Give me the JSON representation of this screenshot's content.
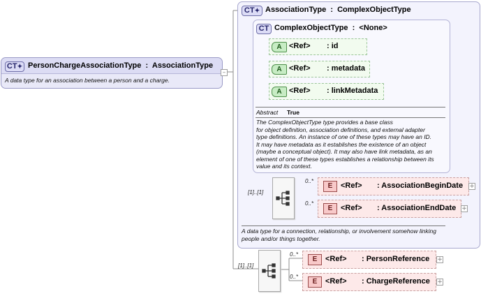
{
  "main_type": {
    "badge": "CT",
    "title": "PersonChargeAssociationType  :  AssociationType",
    "doc": "A data type for an association between a person and a charge."
  },
  "association_type": {
    "badge": "CT",
    "title": "AssociationType  :  ComplexObjectType",
    "doc": "A data type for a connection, relationship, or involvement somehow linking people and/or things together."
  },
  "complex_object_type": {
    "badge": "CT",
    "title": "ComplexObjectType  :  <None>",
    "attributes": [
      {
        "badge": "A",
        "ref": "<Ref>",
        "name": ": id"
      },
      {
        "badge": "A",
        "ref": "<Ref>",
        "name": ": metadata"
      },
      {
        "badge": "A",
        "ref": "<Ref>",
        "name": ": linkMetadata"
      }
    ],
    "abstract_label": "Abstract",
    "abstract_value": "True",
    "doc_lines": [
      "The ComplexObjectType type provides a base class",
      "for object definition, association definitions, and external adapter",
      "type definitions. An instance of one of these types may have an ID.",
      "It may have metadata as it establishes the existence of an object",
      "(maybe a conceptual object). It may also have link metadata, as an",
      "element of one of these types establishes a relationship between its",
      "value and its context."
    ]
  },
  "association_sequence": {
    "multiplicity": "[1]..[1]",
    "elements": [
      {
        "badge": "E",
        "ref": "<Ref>",
        "name": ": AssociationBeginDate",
        "occurs": "0..*"
      },
      {
        "badge": "E",
        "ref": "<Ref>",
        "name": ": AssociationEndDate",
        "occurs": "0..*"
      }
    ]
  },
  "main_sequence": {
    "multiplicity": "[1]..[1]",
    "elements": [
      {
        "badge": "E",
        "ref": "<Ref>",
        "name": ": PersonReference",
        "occurs": "0..*"
      },
      {
        "badge": "E",
        "ref": "<Ref>",
        "name": ": ChargeReference",
        "occurs": "0..*"
      }
    ]
  },
  "icons": {
    "collapse": "minus-icon",
    "expand": "plus-icon",
    "sequence": "sequence-compositor-icon",
    "type_marker": "complex-type-icon"
  },
  "colors": {
    "ct_fill": "#dcdcf6",
    "attribute_fill": "#f2fbef",
    "element_fill": "#fde9e9",
    "panel_fill": "#f3f3fd"
  }
}
